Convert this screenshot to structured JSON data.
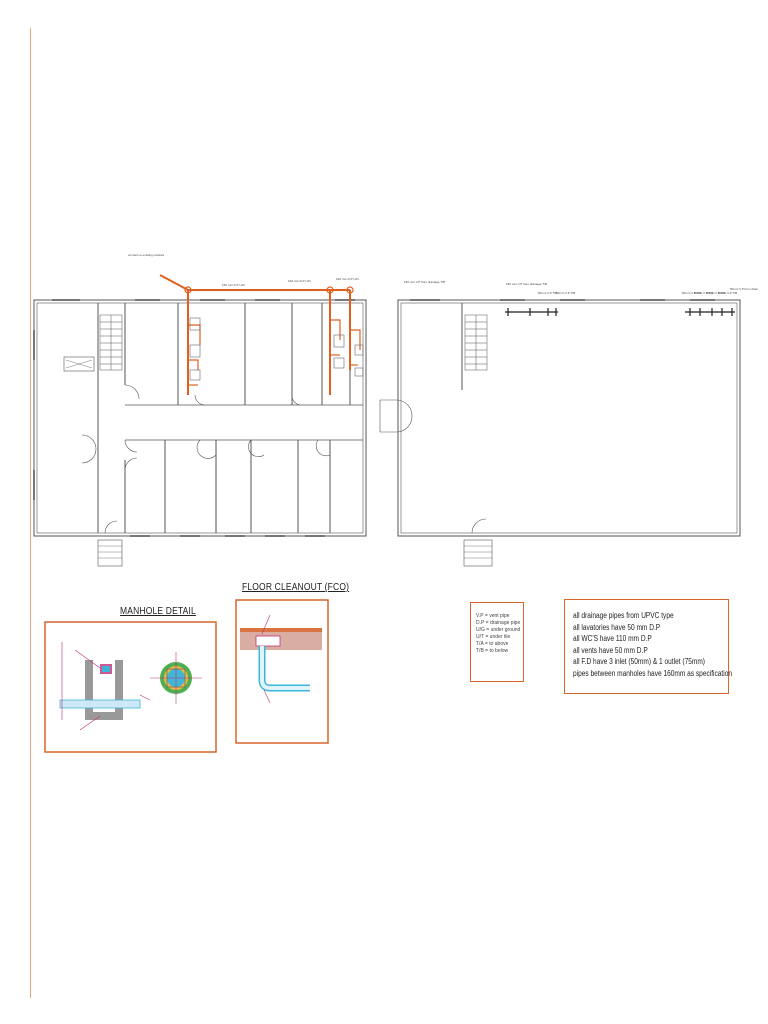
{
  "titles": {
    "floor_cleanout": "FLOOR CLEANOUT (FCO)",
    "manhole": "MANHOLE DETAIL"
  },
  "legend": [
    "V.P = vent pipe",
    "D.P = drainage pipe",
    "U/G = under ground",
    "U/T = under tile",
    "T/A = to above",
    "T/B = to below"
  ],
  "notes": [
    "all drainage pipes from UPVC type",
    "all lavatories have 50 mm D.P",
    "all WC'S have 110 mm D.P",
    "all vents have 50 mm D.P",
    "all F.D have 3 inlet (50mm) & 1 outlet (75mm)",
    "pipes between manholes have 160mm as specification"
  ],
  "plan_labels": {
    "existing": "connect to existing network",
    "dp_ug_1": "160 mm D.P U/G",
    "dp_ug_2": "160 mm D.P U/G",
    "dp_ug_3": "160 mm D.P U/G",
    "vp_1": "50mm V.P T/B",
    "vp_2": "50mm V.P T/B",
    "vp_3": "50mm V.P T/B",
    "vp_4": "50mm V.P T/B",
    "vp_5": "50mm V.P T/B",
    "vp_6": "50mm V.P T/B",
    "roof_1": "160 mm V.P from drainage T/B",
    "roof_2": "160 mm V.P from drainage T/B",
    "roof_3": "50mm V.P from drain"
  },
  "colors": {
    "pipe": "#e0601f",
    "frame": "#d9652b",
    "walls": "#555555",
    "water": "#3fb6d6",
    "purple": "#c0307a"
  }
}
